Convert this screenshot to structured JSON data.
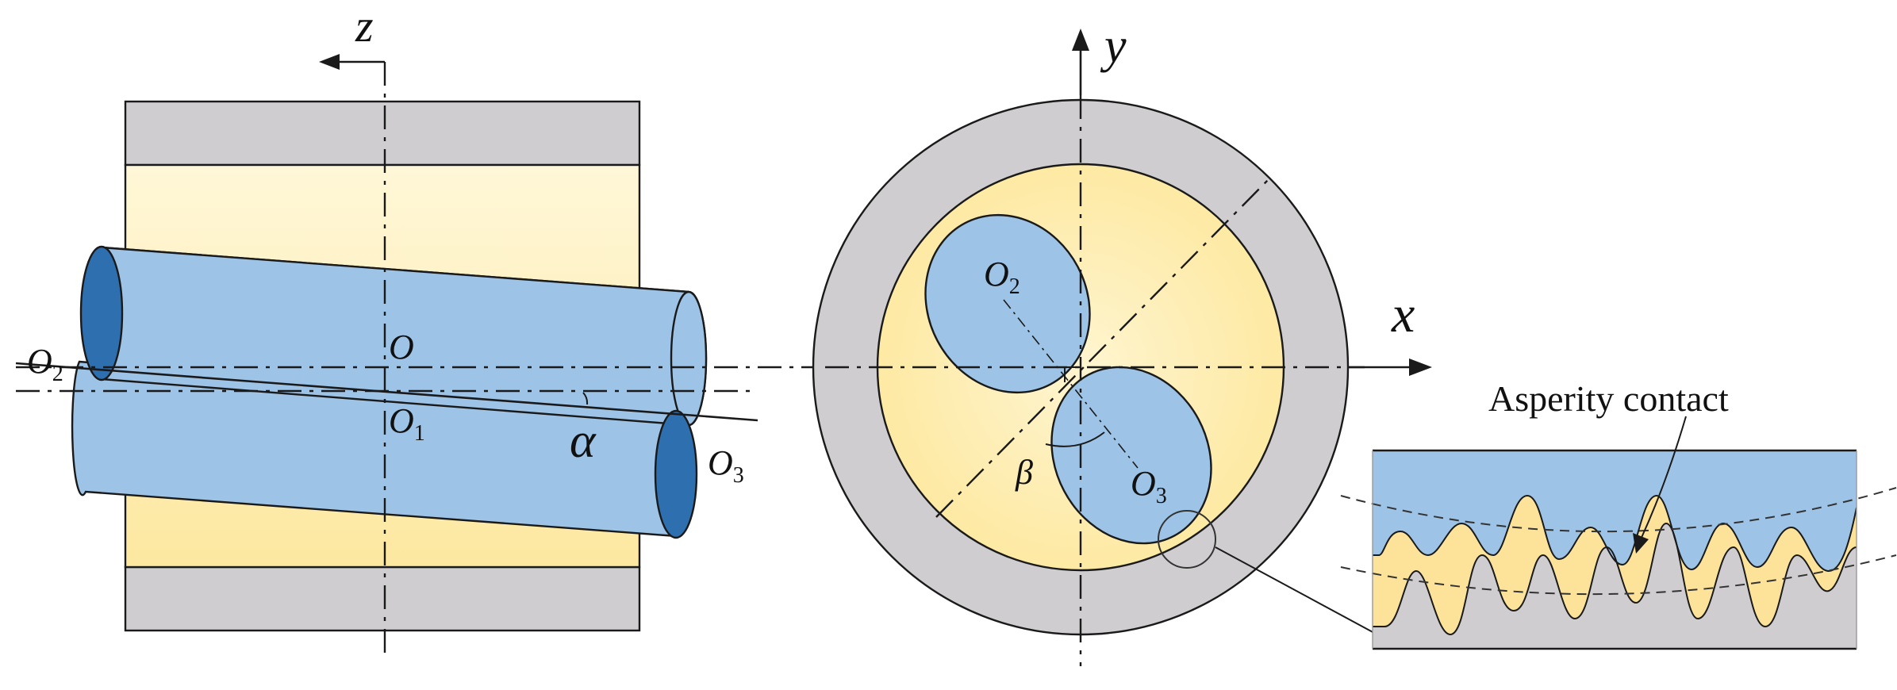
{
  "labels": {
    "z_axis": "z",
    "y_axis": "y",
    "x_axis": "x",
    "o2": "O",
    "o2_sub": "2",
    "o": "O",
    "o1": "O",
    "o1_sub": "1",
    "o3": "O",
    "o3_sub": "3",
    "alpha": "α",
    "beta": "β",
    "o2_right": "O",
    "o2_right_sub": "2",
    "o3_right": "O",
    "o3_right_sub": "3",
    "asperity_contact": "Asperity contact"
  },
  "colors": {
    "housing_gray": "#cfcdcf",
    "lubricant_yellow": "#fdf2c6",
    "lubricant_yellow_deep": "#fde79a",
    "shaft_blue": "#9dc3e6",
    "shaft_end_blue": "#2e6fb0",
    "line": "#1a1a1a"
  }
}
